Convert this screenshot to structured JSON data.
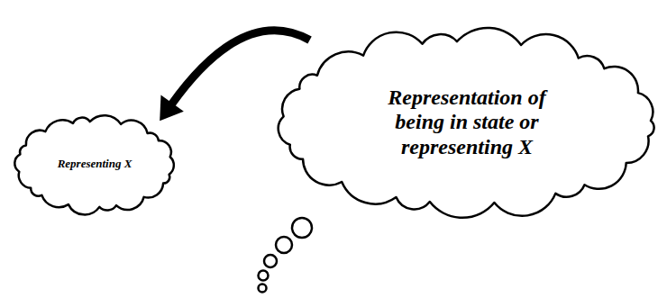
{
  "diagram": {
    "nodes": [
      {
        "text": [
          "Representing X"
        ]
      },
      {
        "text": [
          "Representation of being in state or representing X"
        ]
      }
    ],
    "edges": [
      {
        "from": 1,
        "to": 0,
        "arrow": "to"
      }
    ]
  }
}
